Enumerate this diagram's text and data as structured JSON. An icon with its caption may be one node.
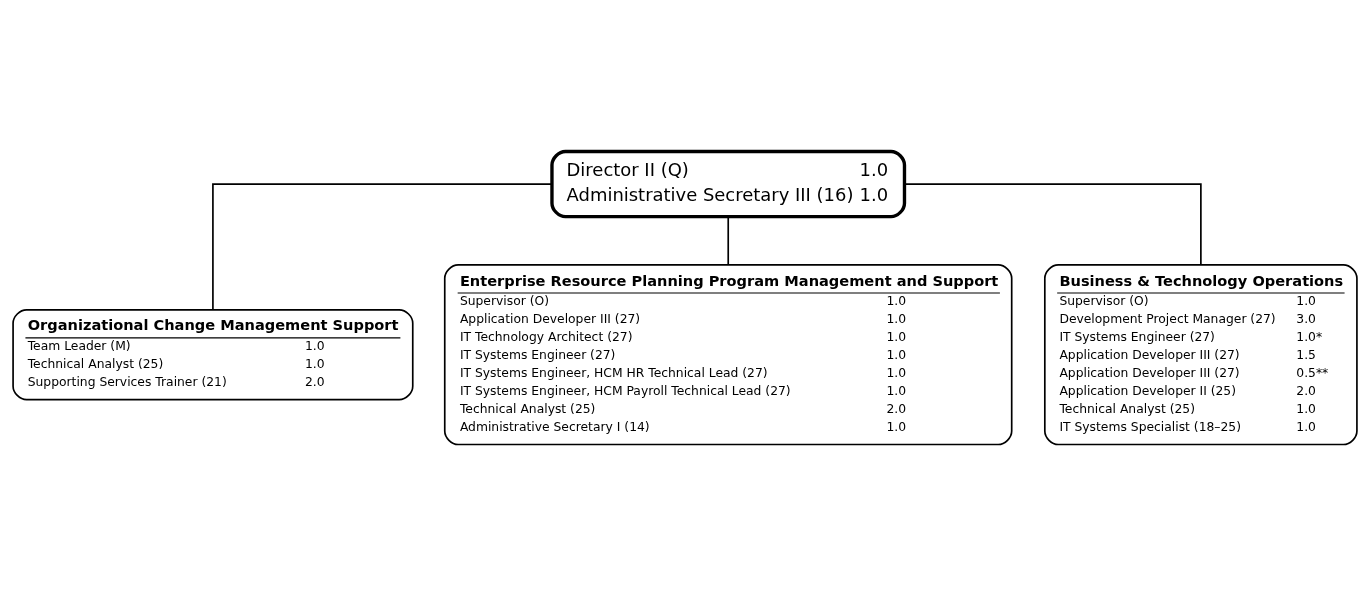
{
  "diagram": {
    "nodes": [
      {
        "text": [
          "Director II (Q)",
          "1.0",
          "Administrative Secretary III (16)",
          "1.0"
        ]
      },
      {
        "text": [
          "Organizational Change Management Support",
          "Team Leader (M)",
          "1.0",
          "Technical Analyst (25)",
          "1.0",
          "Supporting Services Trainer (21)",
          "2.0"
        ]
      },
      {
        "text": [
          "Enterprise Resource Planning Program Management and Support",
          "Supervisor (O)",
          "1.0",
          "Application Developer III (27)",
          "1.0",
          "IT Technology Architect (27)",
          "1.0",
          "IT Systems Engineer (27)",
          "1.0",
          "IT Systems Engineer, HCM HR Technical Lead (27)",
          "1.0",
          "IT Systems Engineer, HCM Payroll Technical Lead (27)",
          "1.0",
          "Technical Analyst (25)",
          "2.0",
          "Administrative Secretary I (14)",
          "1.0"
        ]
      },
      {
        "text": [
          "Business & Technology Operations",
          "Supervisor (O)",
          "1.0",
          "Development Project Manager (27)",
          "3.0",
          "IT Systems Engineer (27)",
          "1.0*",
          "Application Developer III (27)",
          "1.5",
          "Application Developer III (27)",
          "0.5**",
          "Application Developer II (25)",
          "2.0",
          "Technical Analyst (25)",
          "1.0",
          "IT Systems Specialist (18–25)",
          "1.0"
        ]
      }
    ],
    "edges": [
      {
        "from": 0,
        "to": 1,
        "arrow": "none"
      },
      {
        "from": 0,
        "to": 2,
        "arrow": "none"
      },
      {
        "from": 0,
        "to": 3,
        "arrow": "none"
      }
    ]
  }
}
